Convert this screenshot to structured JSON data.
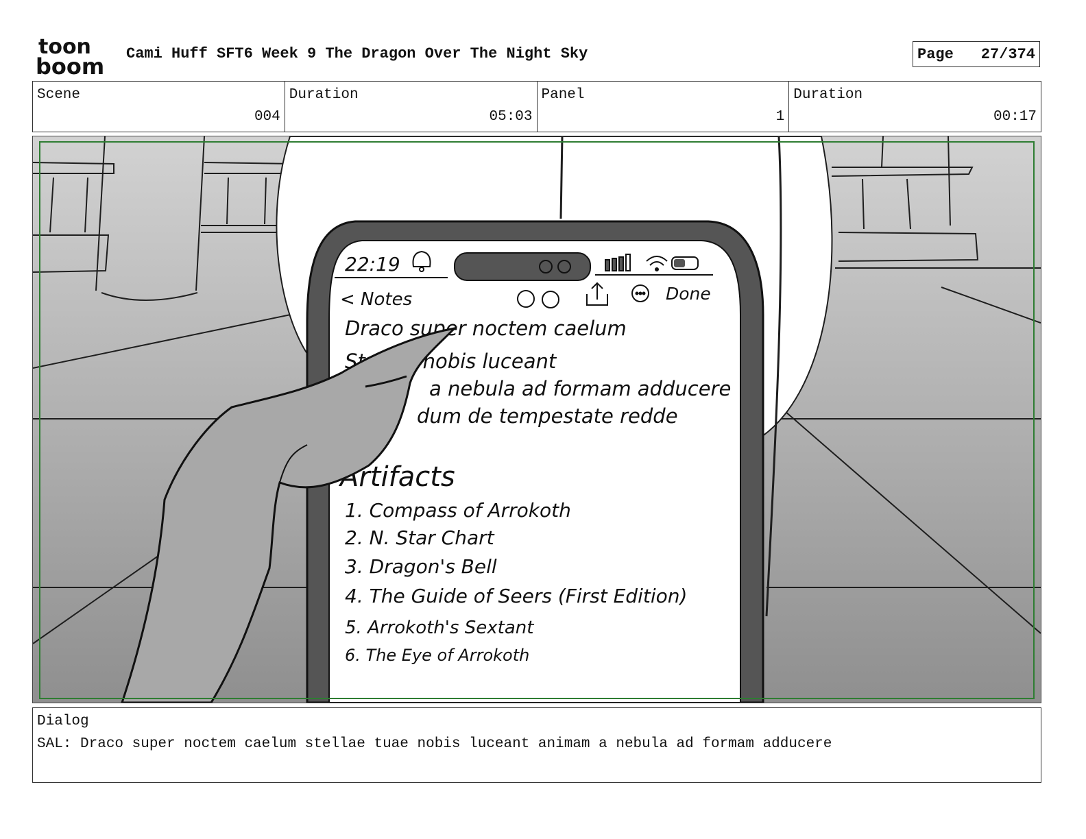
{
  "logo": {
    "line1": "toon",
    "line2": "boom"
  },
  "header": {
    "title": "Cami Huff SFT6 Week 9 The Dragon Over The Night Sky",
    "page_label": "Page",
    "page_value": "27/374"
  },
  "info": {
    "scene_label": "Scene",
    "scene_value": "004",
    "scene_duration_label": "Duration",
    "scene_duration_value": "05:03",
    "panel_label": "Panel",
    "panel_value": "1",
    "panel_duration_label": "Duration",
    "panel_duration_value": "00:17"
  },
  "phone": {
    "time": "22:19",
    "back_label": "< Notes",
    "done_label": "Done",
    "note_lines": [
      "Draco super noctem caelum",
      "St tuae nobis luceant",
      "a nebula ad formam adducere",
      "dum de tempestate redde"
    ],
    "section_title": "Artifacts",
    "artifacts": [
      "1. Compass of Arrokoth",
      "2. N. Star Chart",
      "3. Dragon's Bell",
      "4. The Guide of Seers (First Edition)",
      "5. Arrokoth's Sextant",
      "6. The Eye of Arrokoth"
    ]
  },
  "dialog": {
    "label": "Dialog",
    "text": "SAL: Draco super noctem caelum stellae tuae nobis luceant animam a nebula ad formam adducere"
  }
}
